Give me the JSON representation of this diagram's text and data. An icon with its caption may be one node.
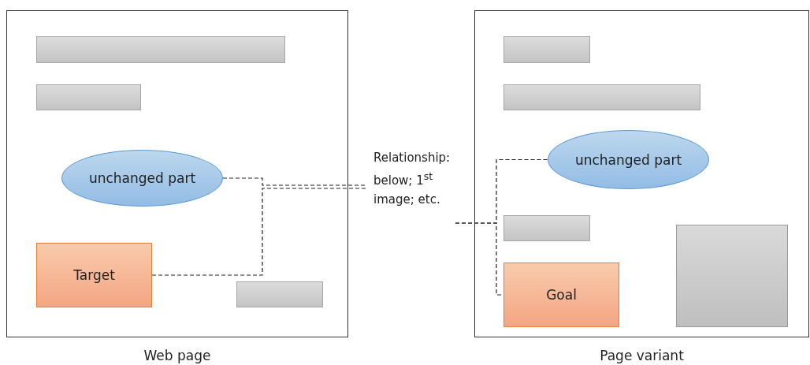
{
  "diagram": {
    "nodes": [
      {
        "text": [
          "Web page"
        ]
      },
      {
        "text": [],
        "shape": "bar",
        "in": 0
      },
      {
        "text": [],
        "shape": "bar",
        "in": 0
      },
      {
        "text": [
          "unchanged part"
        ],
        "in": 0
      },
      {
        "text": [
          "Target"
        ],
        "in": 0
      },
      {
        "text": [],
        "shape": "bar",
        "in": 0
      },
      {
        "text": [
          "Relationship: below; 1$^{st}$ image; etc."
        ]
      },
      {
        "text": [
          "Page variant"
        ]
      },
      {
        "text": [],
        "shape": "bar",
        "in": 7
      },
      {
        "text": [],
        "shape": "bar",
        "in": 7
      },
      {
        "text": [
          "unchanged part"
        ],
        "in": 7
      },
      {
        "text": [],
        "shape": "bar",
        "in": 7
      },
      {
        "text": [
          "Goal"
        ],
        "in": 7
      },
      {
        "text": [],
        "shape": "box",
        "in": 7
      }
    ],
    "edges": [
      {
        "from": 3,
        "to": 6,
        "arrow": "none",
        "style": "dashed"
      },
      {
        "from": 4,
        "to": 6,
        "arrow": "none",
        "style": "dashed"
      },
      {
        "from": 6,
        "to": 10,
        "arrow": "none",
        "style": "dashed"
      },
      {
        "from": 6,
        "to": 12,
        "arrow": "none",
        "style": "dashed"
      }
    ]
  }
}
